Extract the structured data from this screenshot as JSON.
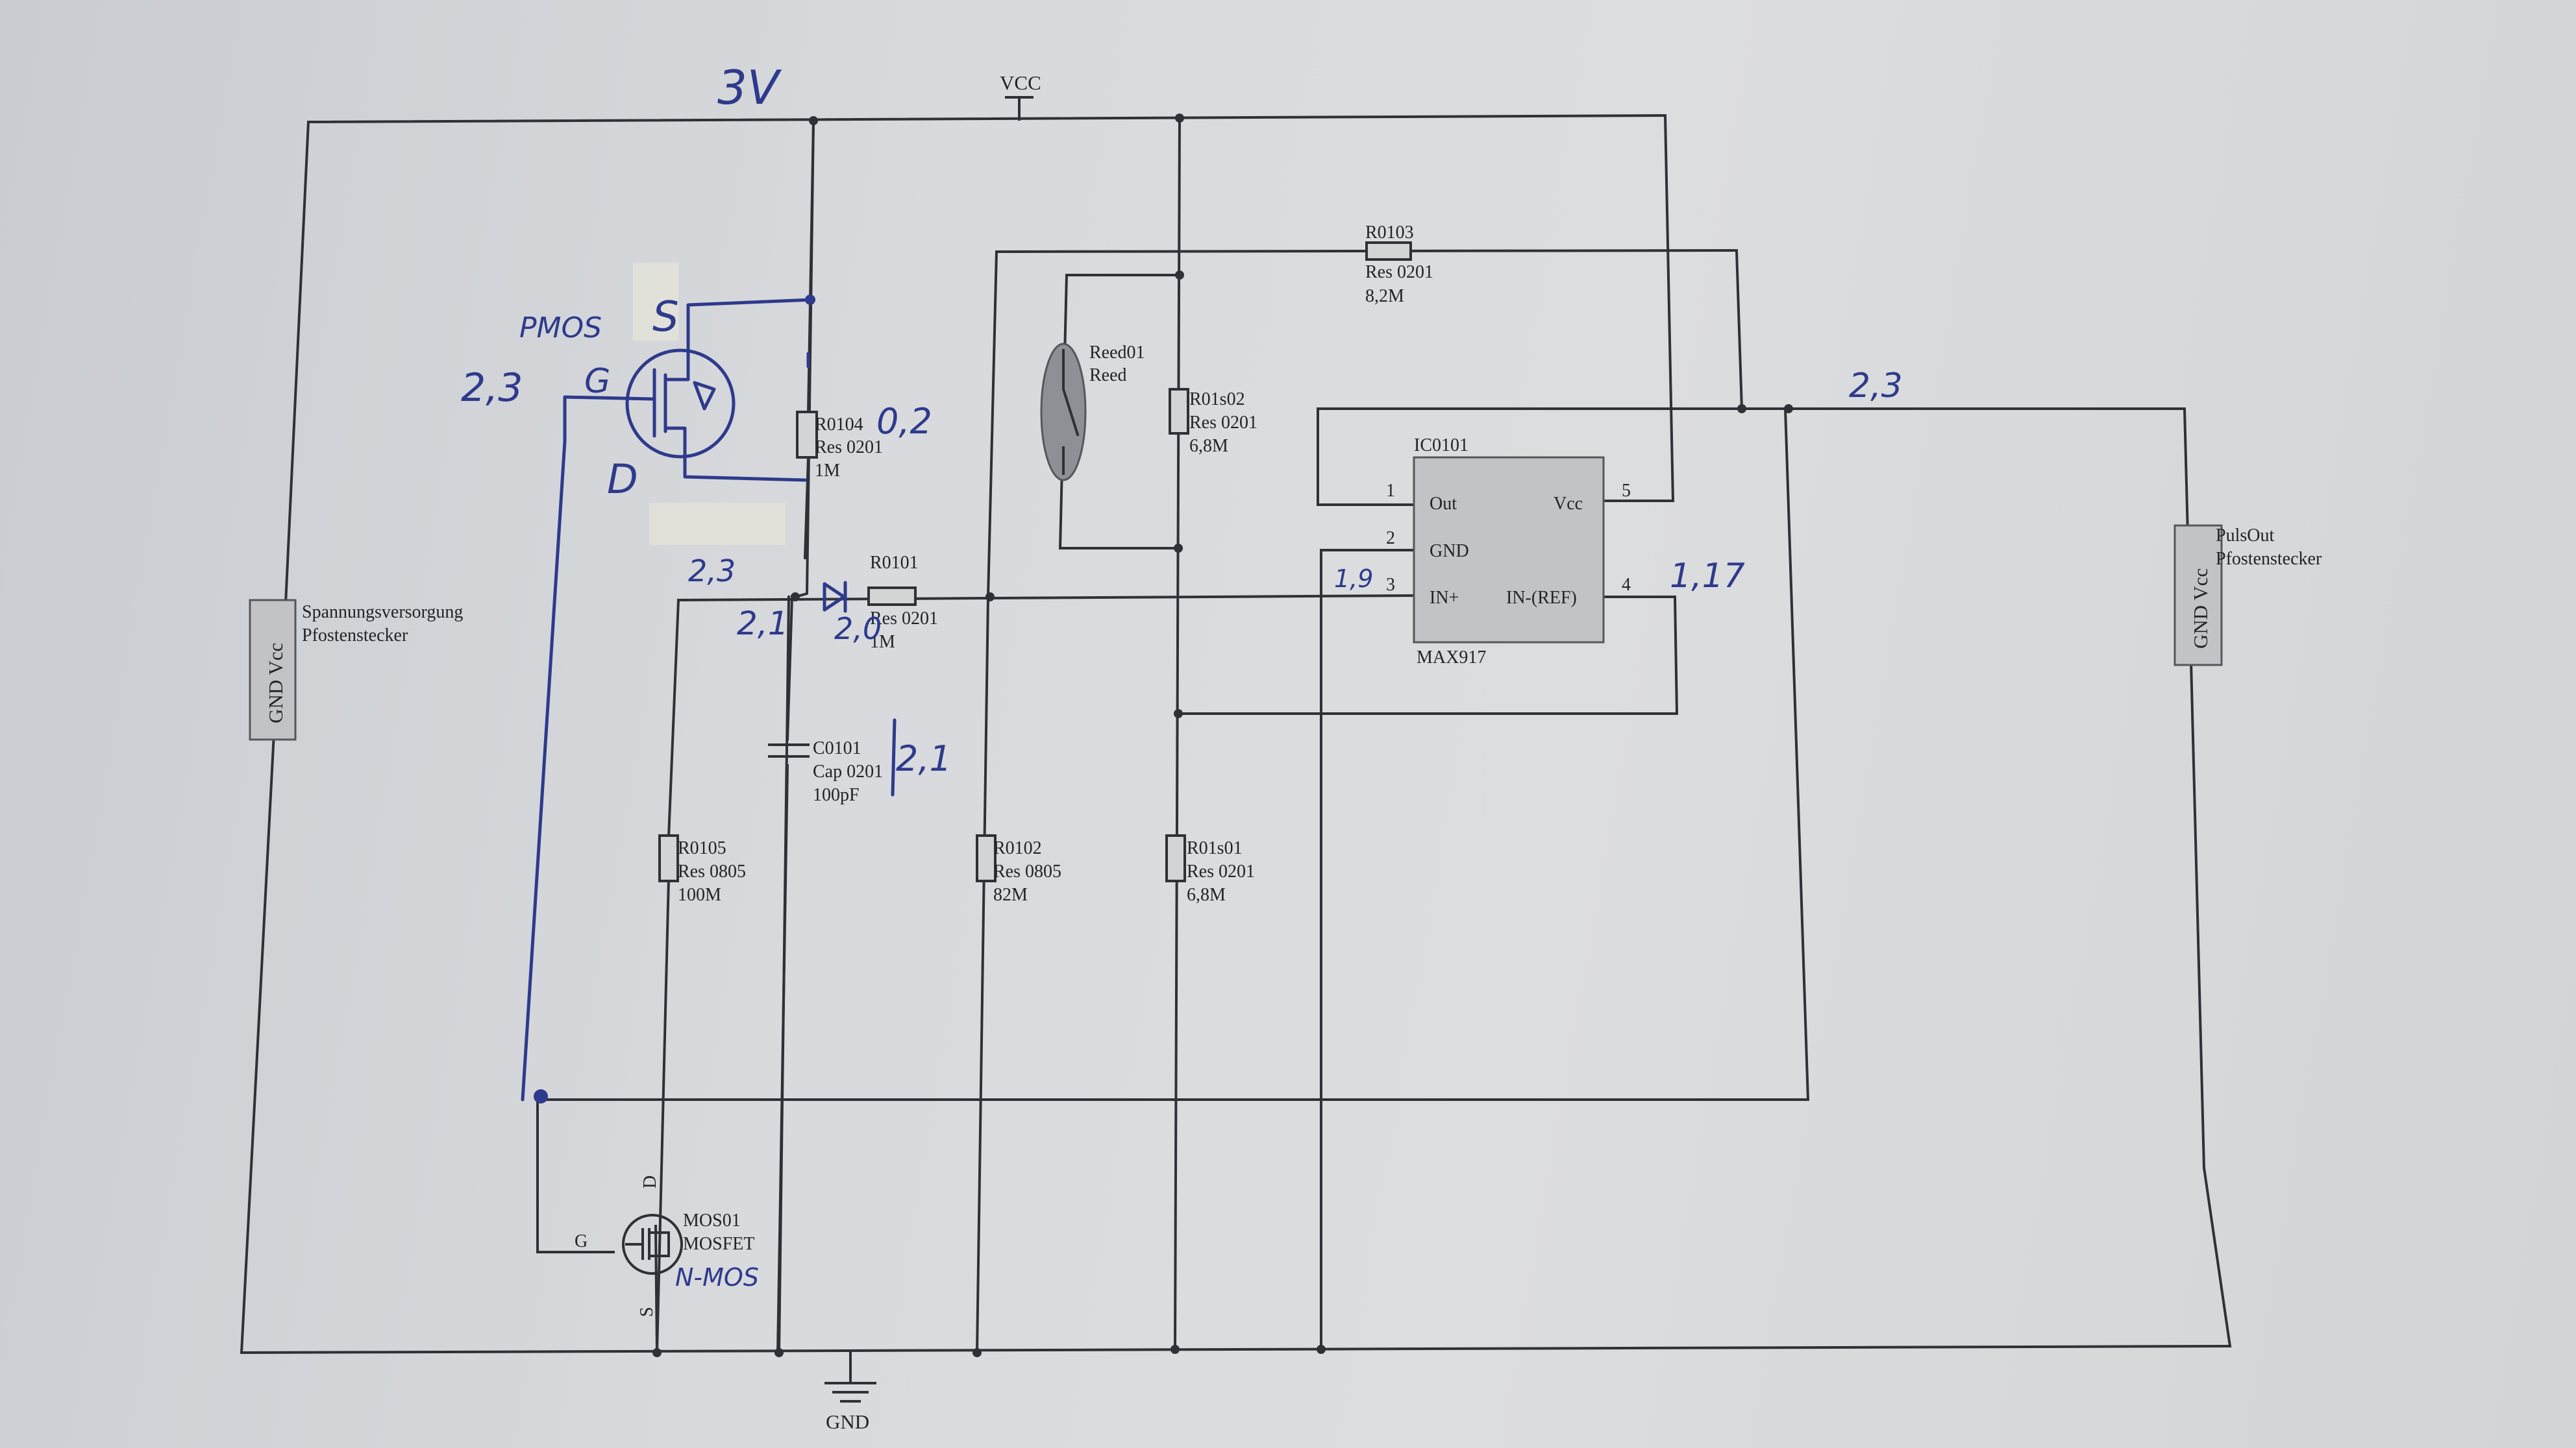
{
  "labels": {
    "vcc": "VCC",
    "gnd": "GND",
    "supply_name": "Spannungsversorgung",
    "supply_sub": "Pfostenstecker",
    "supply_pins": "GND  Vcc",
    "pulse_name": "PulsOut",
    "pulse_sub": "Pfostenstecker",
    "pulse_pins": "GND  Vcc",
    "r0103": [
      "R0103",
      "Res 0201",
      "8,2M"
    ],
    "reed": [
      "Reed01",
      "Reed"
    ],
    "r01s02": [
      "R01s02",
      "Res 0201",
      "6,8M"
    ],
    "r0104": [
      "R0104",
      "Res 0201",
      "1M"
    ],
    "r0101": [
      "R0101",
      "Res 0201",
      "1M"
    ],
    "c0101": [
      "C0101",
      "Cap 0201",
      "100pF"
    ],
    "r0105": [
      "R0105",
      "Res 0805",
      "100M"
    ],
    "r0102": [
      "R0102",
      "Res 0805",
      "82M"
    ],
    "r01s01": [
      "R01s01",
      "Res 0201",
      "6,8M"
    ],
    "mos01": [
      "MOS01",
      "MOSFET"
    ],
    "mos_pins": {
      "d": "D",
      "g": "G",
      "s": "S"
    },
    "ic": {
      "ref": "IC0101",
      "name": "MAX917",
      "pins": [
        "Out",
        "Vcc",
        "GND",
        "IN+",
        "IN-(REF)"
      ],
      "pin_numbers": [
        "1",
        "5",
        "2",
        "3",
        "4"
      ]
    }
  },
  "handwritten": {
    "v3": "3V",
    "pmos": "PMOS",
    "pmos_s": "S",
    "pmos_g": "G",
    "pmos_d": "D",
    "v23_left": "2,3",
    "v02": "0,2",
    "v23_mid": "2,3",
    "v21": "2,1",
    "v20": "2,0",
    "v21_cap": "2,1",
    "v19": "1,9",
    "v117": "1,17",
    "v23_right": "2,3",
    "nmos": "N-MOS"
  }
}
